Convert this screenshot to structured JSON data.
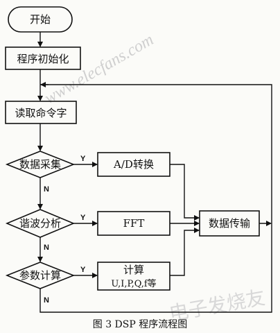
{
  "nodes": {
    "start": "开始",
    "init": "程序初始化",
    "read": "读取命令字",
    "acquire": "数据采集",
    "ad": "A/D转换",
    "harmonic": "谐波分析",
    "fft": "FFT",
    "params": "参数计算",
    "calc_line1": "计算",
    "calc_line2": "U,I,P,Q,f等",
    "transfer": "数据传输"
  },
  "edge_labels": {
    "yes": "Y",
    "no": "N"
  },
  "watermark": {
    "url": "www.elecfans.com",
    "brand": "电子发烧友"
  },
  "caption": "图 3  DSP 程序流程图"
}
